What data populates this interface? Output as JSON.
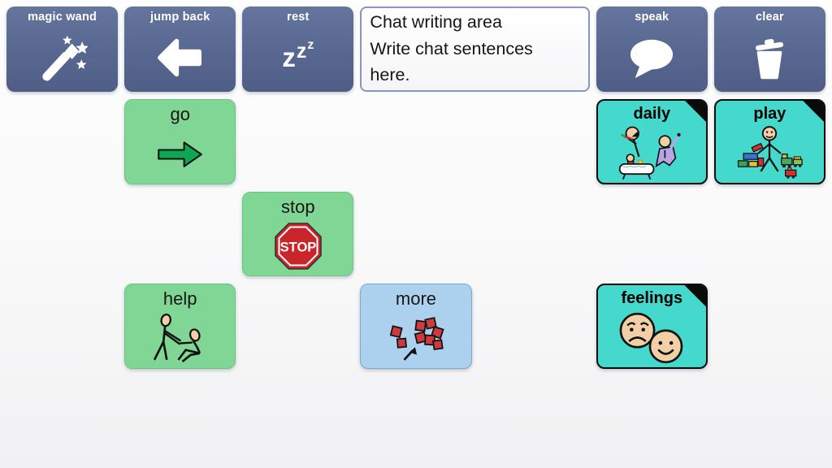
{
  "toolbar": {
    "magic_wand": {
      "label": "magic wand",
      "icon": "magic-wand-icon"
    },
    "jump_back": {
      "label": "jump back",
      "icon": "back-arrow-icon"
    },
    "rest": {
      "label": "rest",
      "icon": "sleep-zzz-icon",
      "zzz": [
        "z",
        "z",
        "z"
      ]
    },
    "speak": {
      "label": "speak",
      "icon": "speech-bubble-icon"
    },
    "clear": {
      "label": "clear",
      "icon": "trash-icon"
    }
  },
  "chat_area": {
    "lines": [
      "Chat writing area",
      "Write chat sentences",
      "here."
    ]
  },
  "board": {
    "go": {
      "label": "go",
      "icon": "right-arrow-icon"
    },
    "daily": {
      "label": "daily",
      "icon": "daily-routine-icon",
      "has_folder_fold": true
    },
    "play": {
      "label": "play",
      "icon": "child-playing-icon",
      "has_folder_fold": true
    },
    "stop": {
      "label": "stop",
      "icon": "stop-sign-icon",
      "sign_text": "STOP"
    },
    "help": {
      "label": "help",
      "icon": "person-helping-icon"
    },
    "more": {
      "label": "more",
      "icon": "scattered-squares-icon"
    },
    "feelings": {
      "label": "feelings",
      "icon": "sad-happy-faces-icon",
      "has_folder_fold": true
    }
  },
  "colors": {
    "toolbar_button": "#57678f",
    "green_button": "#80d795",
    "cyan_button": "#45d9cd",
    "blue_button": "#acd1ee",
    "stop_sign_red": "#c9252b",
    "go_arrow_green": "#0ca750",
    "squares_red": "#cf3a40",
    "face_skin": "#f2cfa4",
    "pajama_purple": "#b7a5e6",
    "chat_border": "#8496c5",
    "fold_corner": "#0b0b0b"
  }
}
